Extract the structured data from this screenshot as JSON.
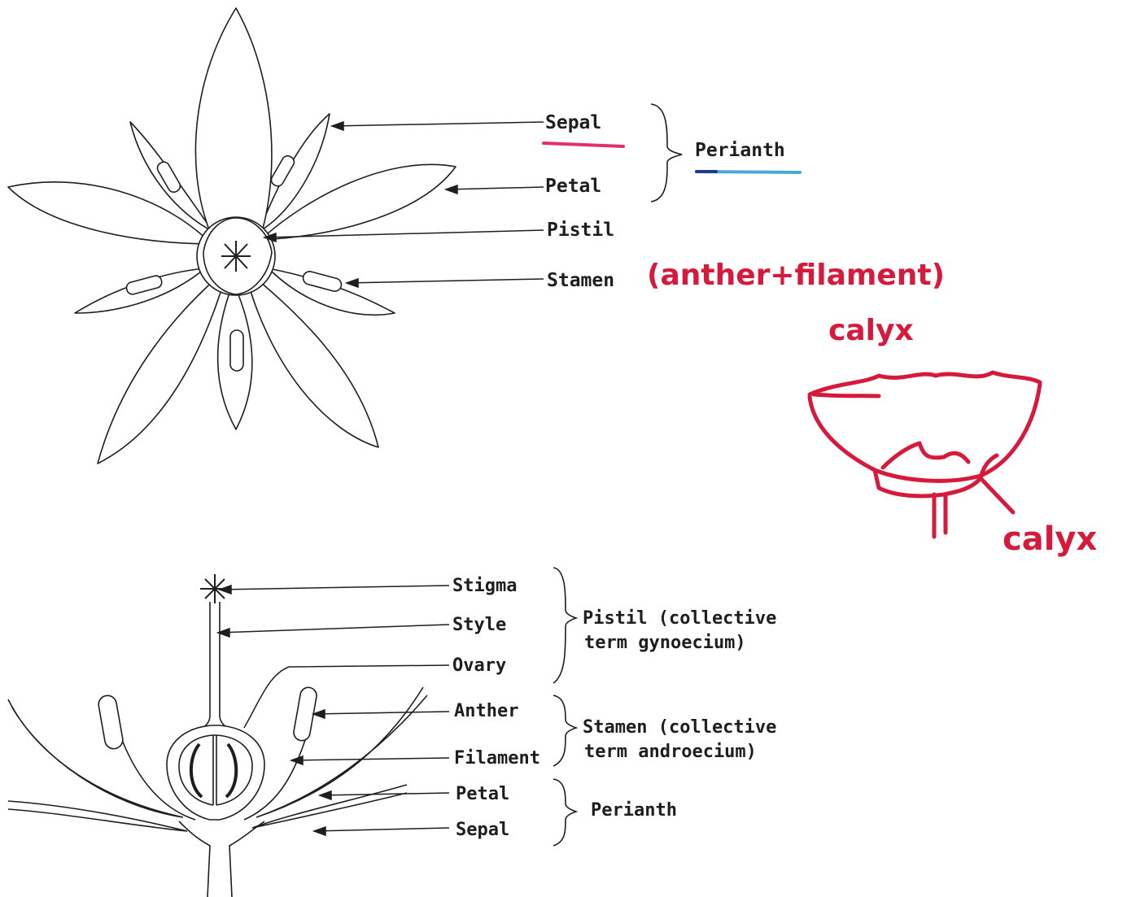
{
  "top_diagram": {
    "labels": {
      "sepal": "Sepal",
      "petal": "Petal",
      "pistil": "Pistil",
      "stamen": "Stamen",
      "perianth": "Perianth"
    },
    "annotation_stamen": "(anther+filament)",
    "annotation_calyx_heading": "calyx",
    "annotation_calyx_label": "calyx",
    "colors": {
      "line": "#1e1e1e",
      "red_ink": "#d61a3c",
      "sepal_underline": "#e0306a",
      "perianth_underline": "#4aa8d8"
    }
  },
  "bottom_diagram": {
    "labels": {
      "stigma": "Stigma",
      "style": "Style",
      "ovary": "Ovary",
      "anther": "Anther",
      "filament": "Filament",
      "petal": "Petal",
      "sepal": "Sepal"
    },
    "groups": {
      "pistil_line1": "Pistil (collective",
      "pistil_line2": "term gynoecium)",
      "stamen_line1": "Stamen (collective",
      "stamen_line2": "term androecium)",
      "perianth": "Perianth"
    }
  }
}
